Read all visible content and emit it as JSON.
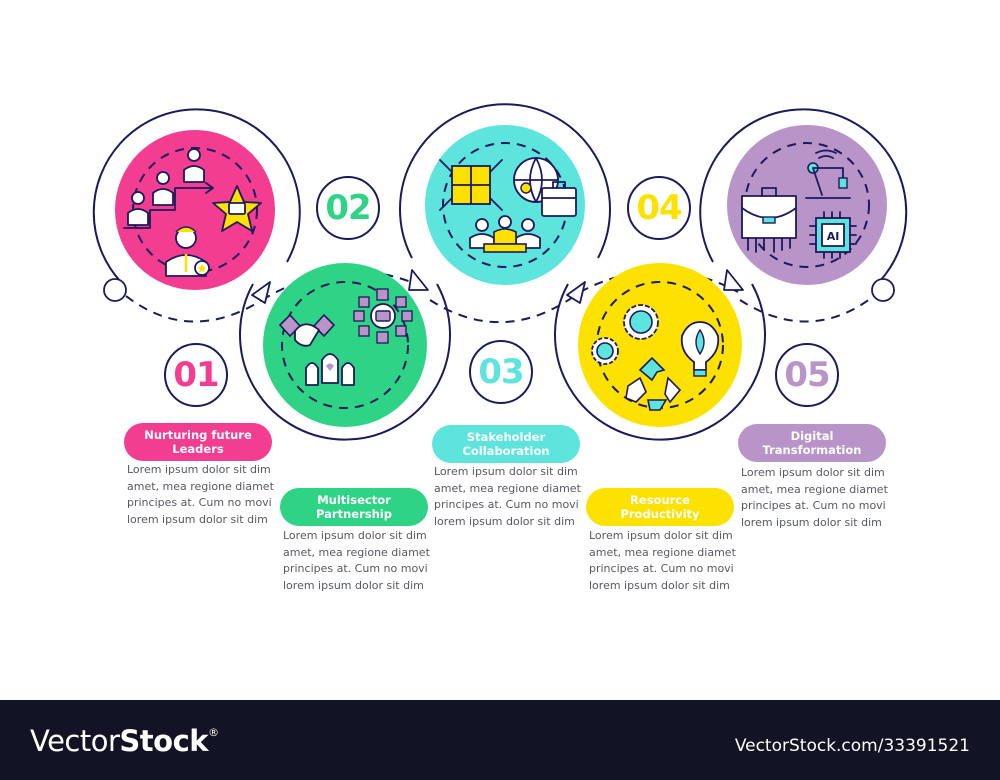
{
  "colors": {
    "outline": "#1b1a5c",
    "pink": "#f23d91",
    "green": "#2fd386",
    "cyan": "#5de4dd",
    "yellow": "#fde100",
    "purple": "#b894c8",
    "footer_bg": "#121324",
    "body_text": "#555a60"
  },
  "steps": [
    {
      "number": "01",
      "title_line1": "Nurturing future",
      "title_line2": "Leaders",
      "color": "#f23d91",
      "icon": "career-growth-star-icon",
      "description": [
        "Lorem ipsum dolor sit dim",
        "amet, mea regione diamet",
        "principes at. Cum no movi",
        "lorem ipsum dolor sit dim"
      ]
    },
    {
      "number": "02",
      "title_line1": "Multisector",
      "title_line2": "Partnership",
      "color": "#2fd386",
      "icon": "handshake-network-icon",
      "description": [
        "Lorem ipsum dolor sit dim",
        "amet, mea regione diamet",
        "principes at. Cum no movi",
        "lorem ipsum dolor sit dim"
      ]
    },
    {
      "number": "03",
      "title_line1": "Stakeholder",
      "title_line2": "Collaboration",
      "color": "#5de4dd",
      "icon": "puzzle-globe-meeting-icon",
      "description": [
        "Lorem ipsum dolor sit dim",
        "amet, mea regione diamet",
        "principes at. Cum no movi",
        "lorem ipsum dolor sit dim"
      ]
    },
    {
      "number": "04",
      "title_line1": "Resource",
      "title_line2": "Productivity",
      "color": "#fde100",
      "icon": "gears-recycle-bulb-icon",
      "description": [
        "Lorem ipsum dolor sit dim",
        "amet, mea regione diamet",
        "principes at. Cum no movi",
        "lorem ipsum dolor sit dim"
      ]
    },
    {
      "number": "05",
      "title_line1": "Digital",
      "title_line2": "Transformation",
      "color": "#b894c8",
      "icon": "ai-robot-briefcase-icon",
      "description": [
        "Lorem ipsum dolor sit dim",
        "amet, mea regione diamet",
        "principes at. Cum no movi",
        "lorem ipsum dolor sit dim"
      ]
    }
  ],
  "icon_labels": {
    "chip_text": "AI"
  },
  "footer": {
    "brand_thin": "Vector",
    "brand_bold": "Stock",
    "brand_mark": "®",
    "reference": "VectorStock.com/33391521"
  }
}
